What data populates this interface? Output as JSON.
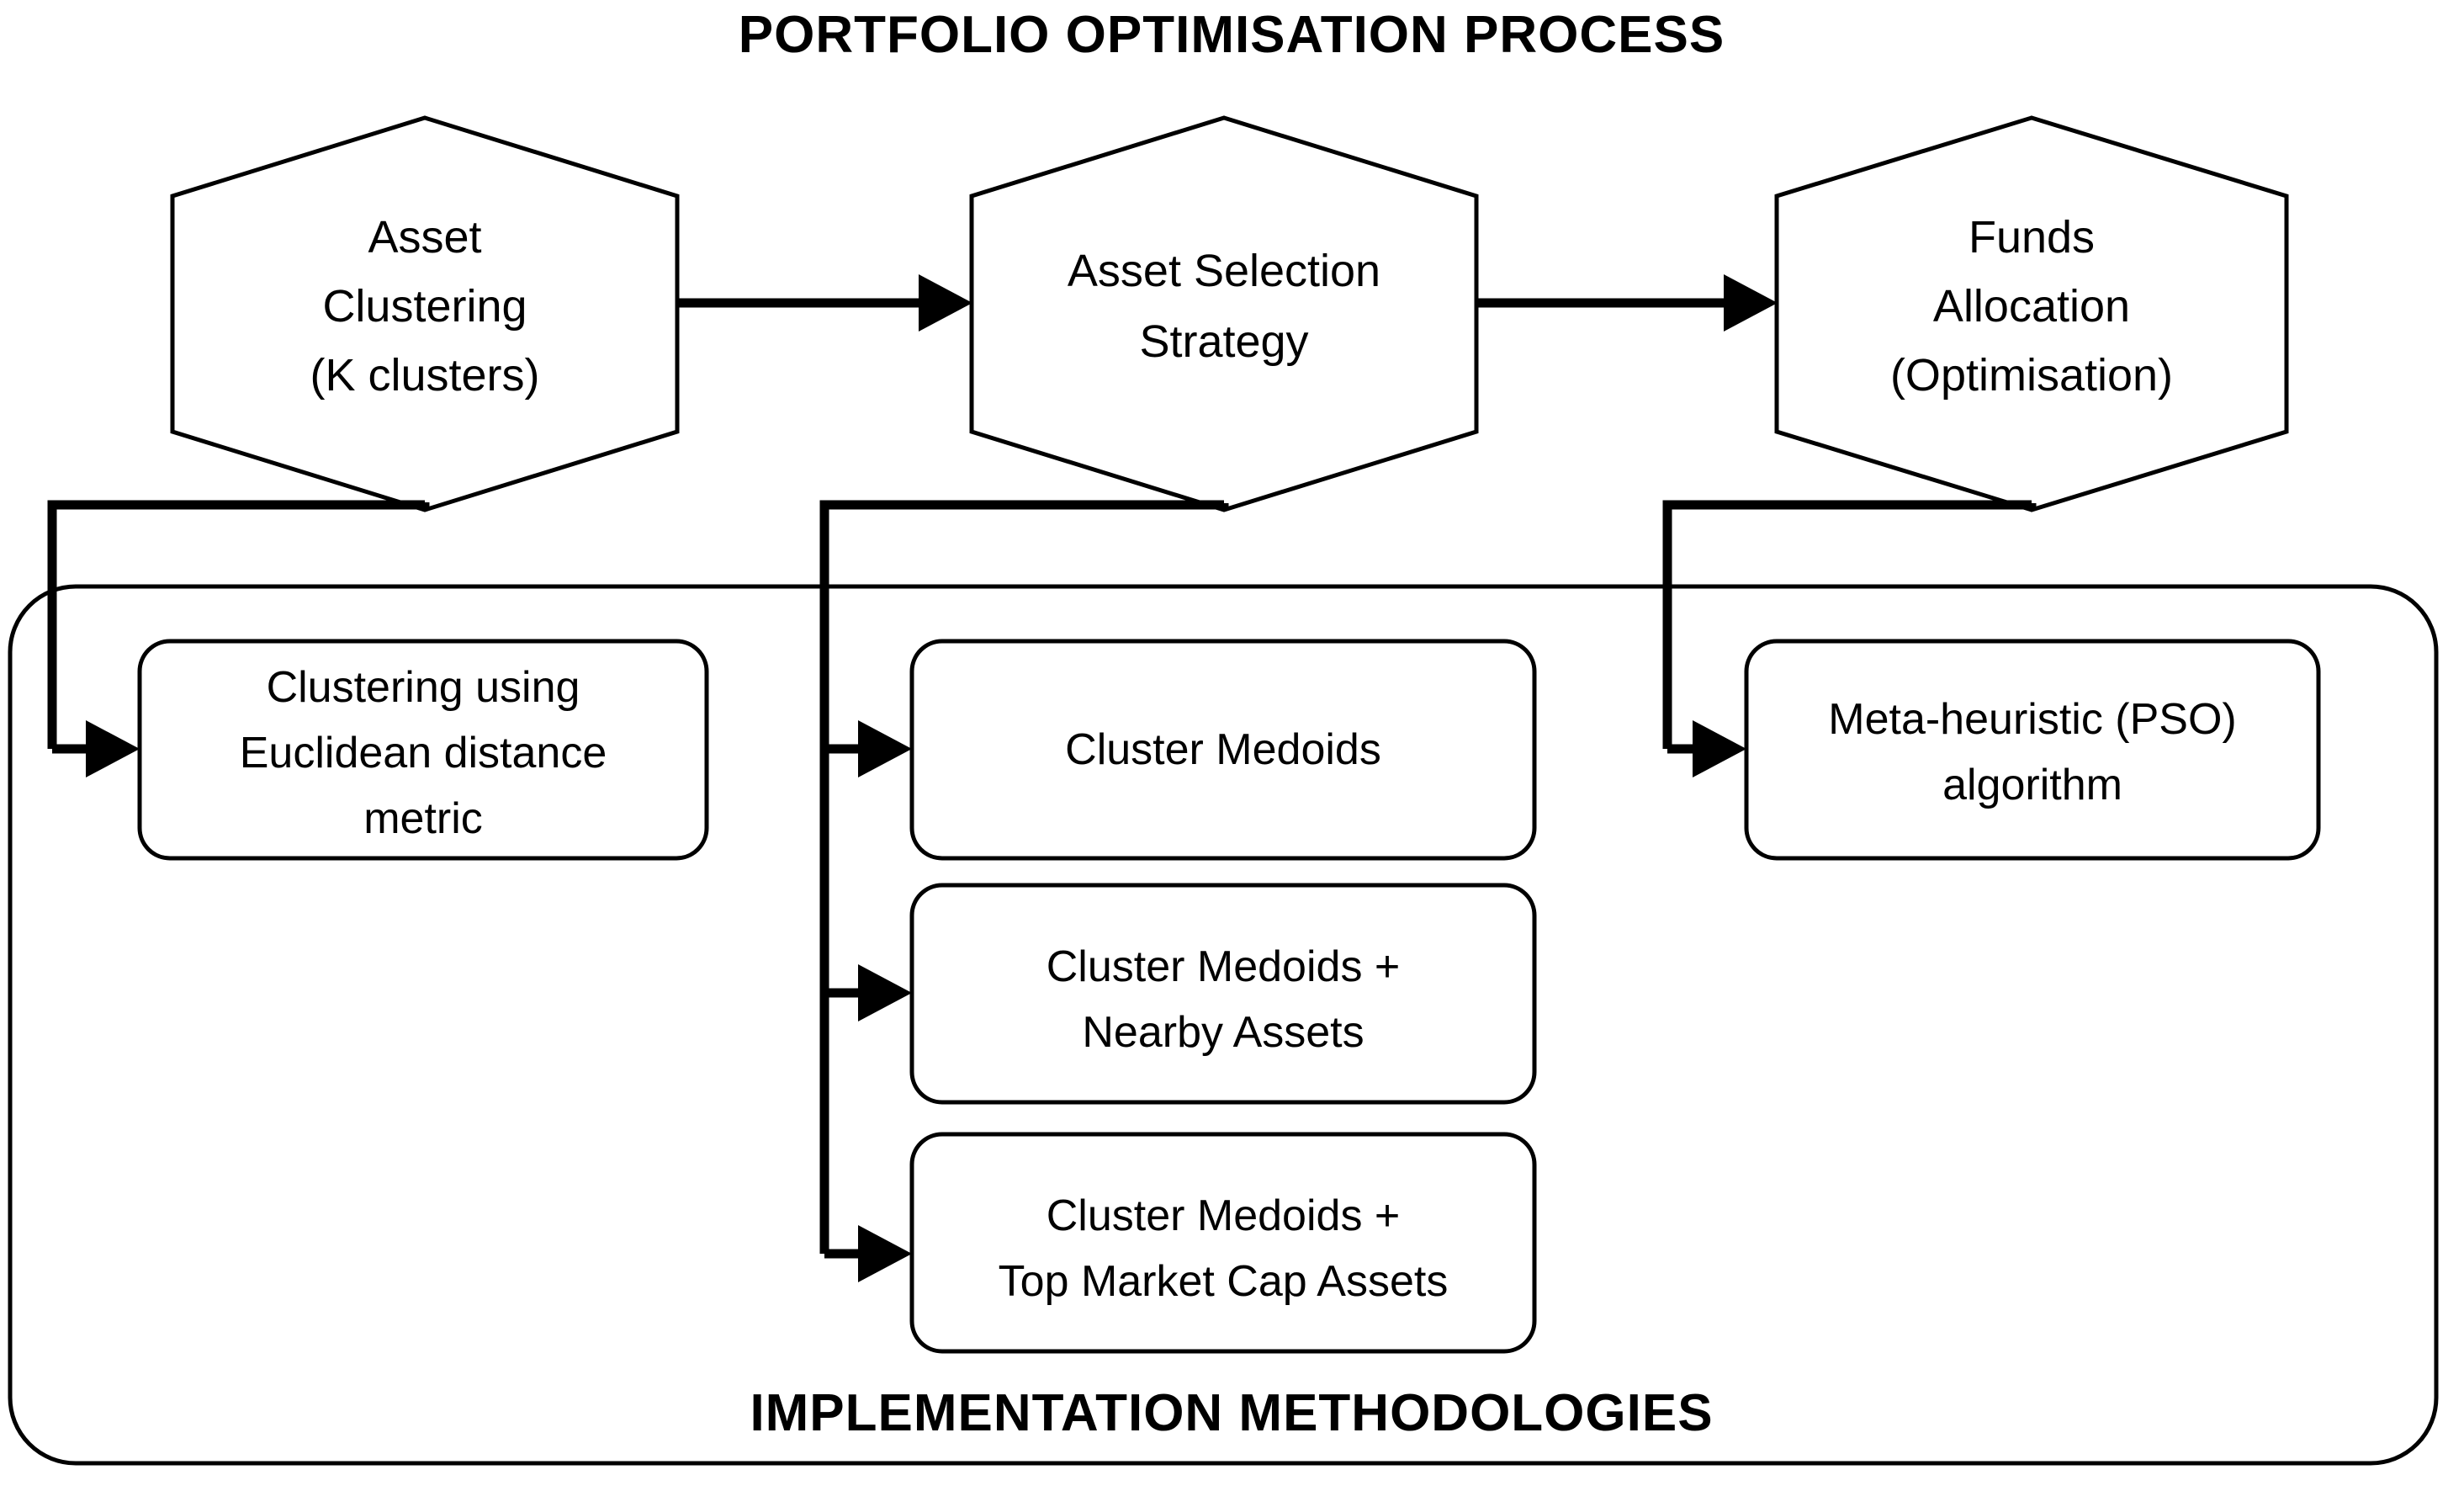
{
  "diagram": {
    "title": "PORTFOLIO  OPTIMISATION  PROCESS",
    "container_label": "IMPLEMENTATION METHODOLOGIES",
    "colors": {
      "stroke": "#000000",
      "fill": "#ffffff",
      "text": "#000000"
    },
    "stages": [
      {
        "id": "asset-clustering",
        "shape": "hexagon",
        "lines": [
          "Asset",
          "Clustering",
          "(K clusters)"
        ]
      },
      {
        "id": "asset-selection-strategy",
        "shape": "hexagon",
        "lines": [
          "Asset Selection",
          "Strategy"
        ]
      },
      {
        "id": "funds-allocation",
        "shape": "hexagon",
        "lines": [
          "Funds",
          "Allocation",
          "(Optimisation)"
        ]
      }
    ],
    "methodologies": [
      {
        "id": "clustering-euclidean",
        "column": "asset-clustering",
        "lines": [
          "Clustering using",
          "Euclidean distance",
          "metric"
        ]
      },
      {
        "id": "cluster-medoids",
        "column": "asset-selection-strategy",
        "lines": [
          "Cluster Medoids"
        ]
      },
      {
        "id": "cluster-medoids-nearby",
        "column": "asset-selection-strategy",
        "lines": [
          "Cluster Medoids +",
          "Nearby Assets"
        ]
      },
      {
        "id": "cluster-medoids-top-market-cap",
        "column": "asset-selection-strategy",
        "lines": [
          "Cluster Medoids +",
          "Top Market Cap Assets"
        ]
      },
      {
        "id": "meta-heuristic-pso",
        "column": "funds-allocation",
        "lines": [
          "Meta-heuristic (PSO)",
          "algorithm"
        ]
      }
    ],
    "flow_arrows": [
      {
        "from": "asset-clustering",
        "to": "asset-selection-strategy"
      },
      {
        "from": "asset-selection-strategy",
        "to": "funds-allocation"
      }
    ]
  }
}
